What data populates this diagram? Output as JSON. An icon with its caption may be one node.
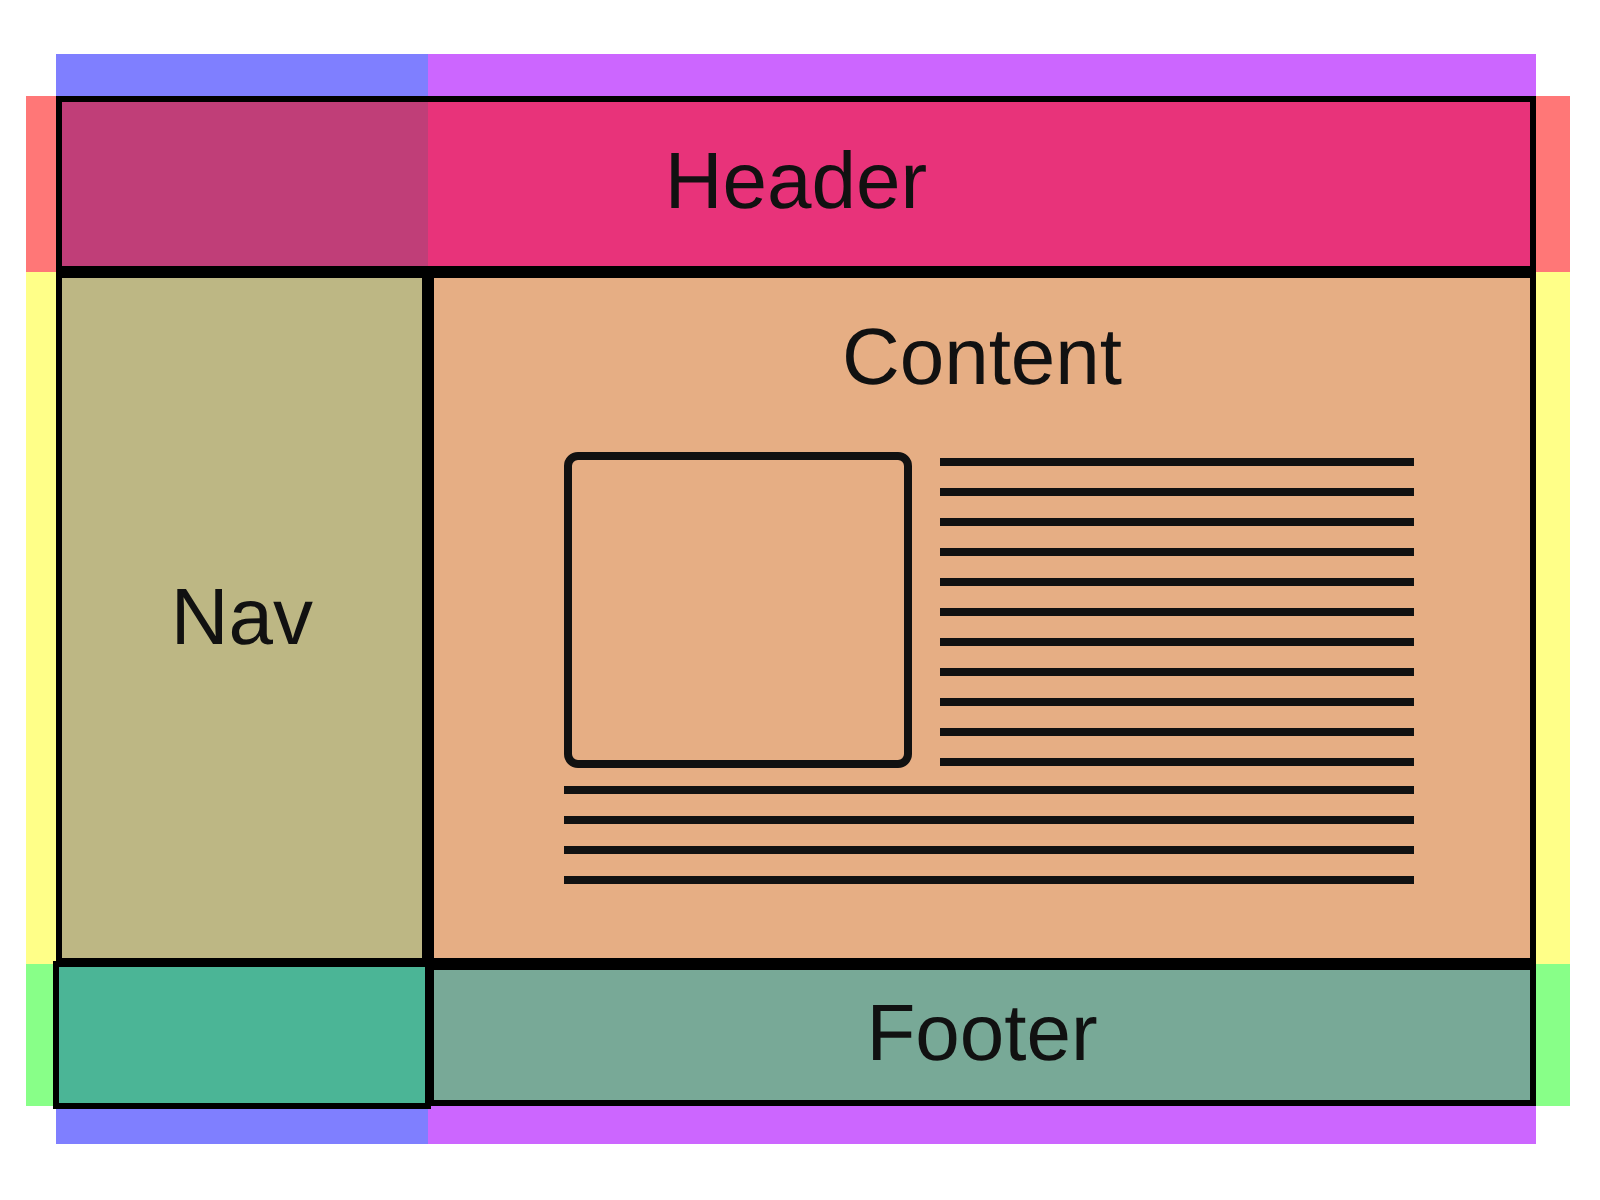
{
  "diagram": {
    "nodes": [
      {
        "text": [
          "Header"
        ]
      },
      {
        "text": [
          "Nav"
        ]
      },
      {
        "text": [
          "Content"
        ]
      },
      {
        "text": [
          "Footer"
        ]
      }
    ]
  }
}
